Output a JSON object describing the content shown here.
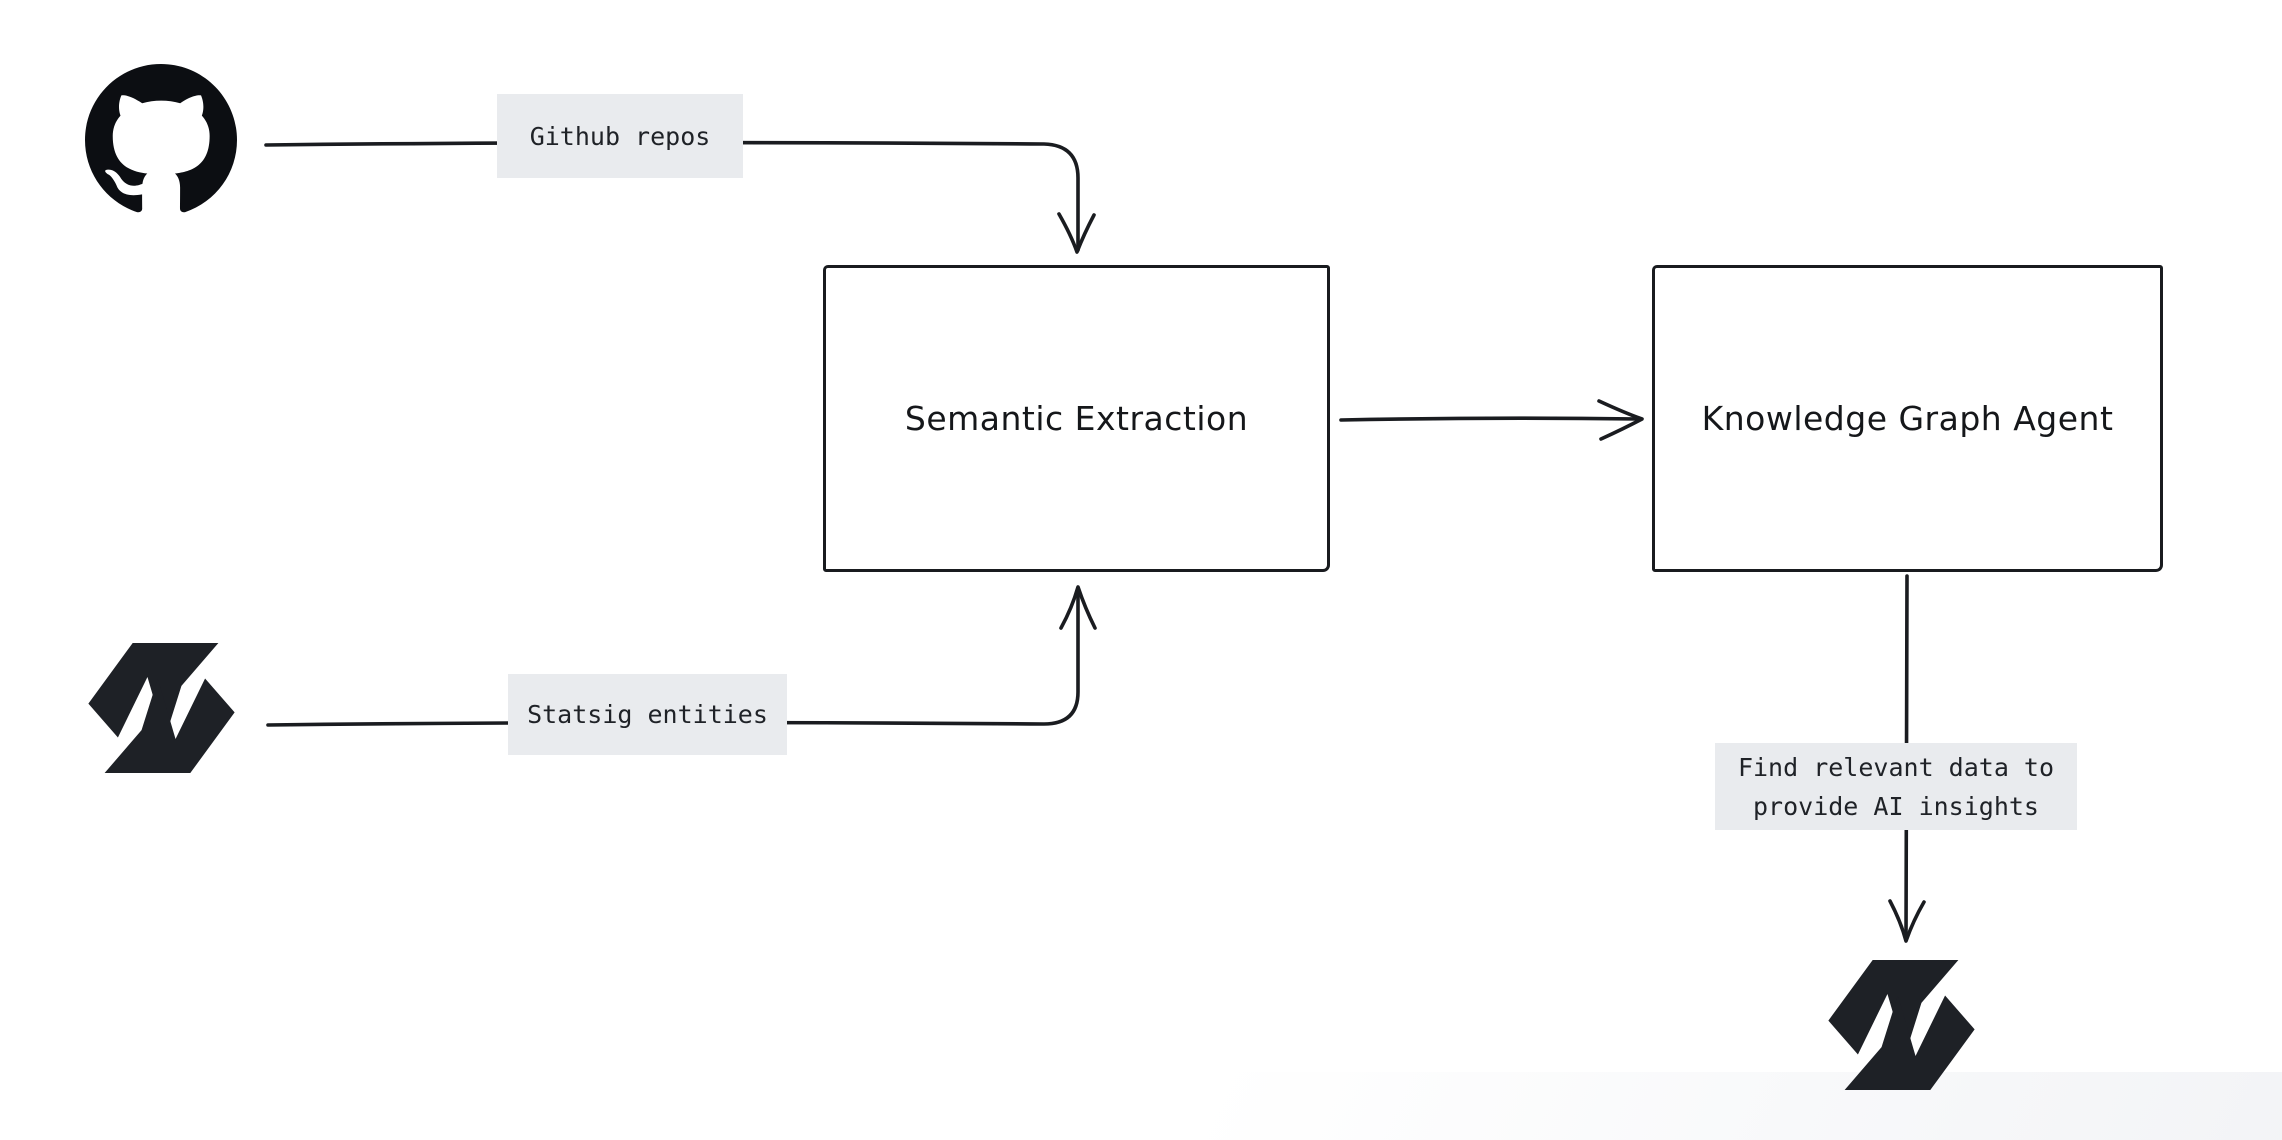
{
  "canvas": {
    "type": "flow-diagram",
    "background": "#ffffff",
    "stroke_color": "#1a1c20",
    "label_background": "#e9ebee",
    "label_text_color": "#1f2227",
    "logo_color": "#1e2126"
  },
  "nodes": {
    "github_source": {
      "icon": "github-logo"
    },
    "statsig_source": {
      "icon": "statsig-logo"
    },
    "semantic_extraction": {
      "title": "Semantic Extraction"
    },
    "knowledge_graph_agent": {
      "title": "Knowledge Graph Agent"
    },
    "statsig_target": {
      "icon": "statsig-logo"
    }
  },
  "edges": {
    "github_to_extraction": {
      "from": "github_source",
      "to": "semantic_extraction",
      "label": "Github repos"
    },
    "statsig_to_extraction": {
      "from": "statsig_source",
      "to": "semantic_extraction",
      "label": "Statsig entities"
    },
    "extraction_to_agent": {
      "from": "semantic_extraction",
      "to": "knowledge_graph_agent",
      "label": ""
    },
    "agent_to_statsig": {
      "from": "knowledge_graph_agent",
      "to": "statsig_target",
      "label_line1": "Find relevant data to",
      "label_line2": "provide AI insights"
    }
  }
}
